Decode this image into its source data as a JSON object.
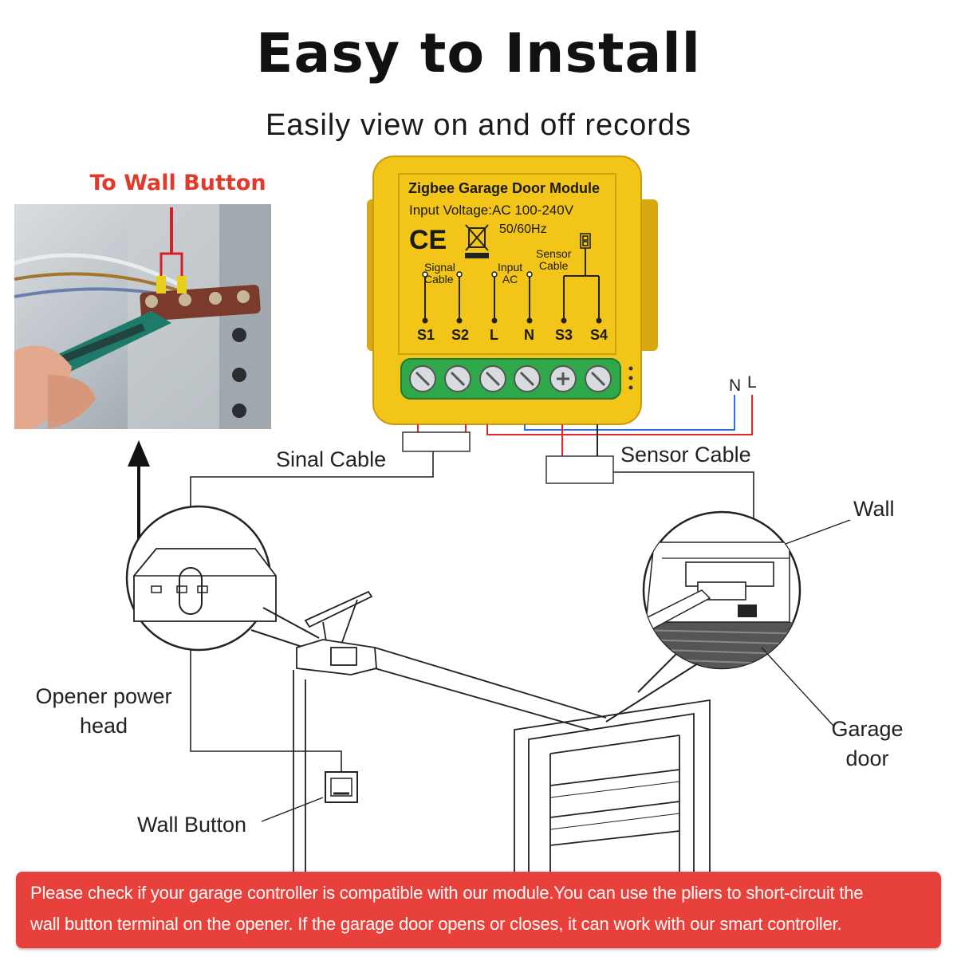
{
  "title": "Easy to Install",
  "subtitle": "Easily view on and off records",
  "photo_caption": "To Wall Button",
  "module": {
    "name": "Zigbee Garage Door Module",
    "input_voltage": "Input Voltage:AC 100-240V",
    "frequency": "50/60Hz",
    "ce_mark": "CE",
    "signal_cable": [
      "Signal",
      "Cable"
    ],
    "input_ac": [
      "Input",
      "AC"
    ],
    "sensor_cable": [
      "Sensor",
      "Cable"
    ],
    "terminals": [
      "S1",
      "S2",
      "L",
      "N",
      "S3",
      "S4"
    ]
  },
  "power": {
    "n": "N",
    "l": "L"
  },
  "labels": {
    "sinal_cable": "Sinal Cable",
    "sensor_cable": "Sensor Cable",
    "wall": "Wall",
    "opener_line1": "Opener power",
    "opener_line2": "head",
    "garage_line1": "Garage",
    "garage_line2": "door",
    "wall_button": "Wall Button"
  },
  "colors": {
    "module": "#f3c519",
    "terminal_block": "#2fa84a",
    "wire_red": "#e0262a",
    "wire_blue": "#2e6fd8",
    "banner": "#e8403a",
    "caption_red": "#e03a2a"
  },
  "notice": {
    "line1": "Please check if your garage controller is compatible with our module.You can use the pliers to short-circuit the",
    "line2": "wall button terminal on the opener. If the garage door opens or closes, it can work with our smart controller."
  }
}
